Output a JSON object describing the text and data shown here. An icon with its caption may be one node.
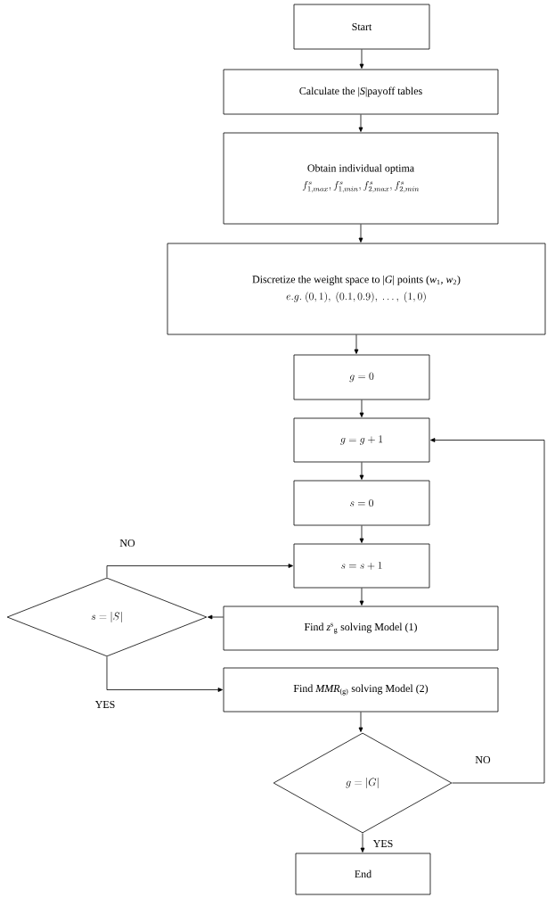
{
  "diagram": {
    "nodes": [
      {
        "text": [
          "Start"
        ]
      },
      {
        "text": [
          "Calculate the |*S*|payoff tables"
        ]
      },
      {
        "text": [
          "Obtain individual optima",
          "f^{s}_{1,max}, f^{s}_{1,min}, f^{s}_{2,max}, f^{s}_{2,min}"
        ]
      },
      {
        "text": [
          "Discretize the weight space to |*G*| points (*w*$_{1}$, *w*$_{2}$)",
          "e.g.~(0,1),~(0.1,0.9),~\\ldots,~(1,0)"
        ]
      },
      {
        "text": [
          "g = 0"
        ]
      },
      {
        "text": [
          "g = g + 1"
        ]
      },
      {
        "text": [
          "s = 0"
        ]
      },
      {
        "text": [
          "s = s + 1"
        ]
      },
      {
        "text": [
          "s = |S|"
        ]
      },
      {
        "text": [
          "Find *z*$^{s}$$_{g}$ solving Model (1)"
        ]
      },
      {
        "text": [
          "Find *MMR*$_{(g)}$ solving Model (2)"
        ]
      },
      {
        "text": [
          "g = |G|"
        ]
      },
      {
        "text": [
          "End"
        ]
      }
    ],
    "edges": [
      {
        "from": 0,
        "to": 1,
        "arrow": "to"
      },
      {
        "from": 1,
        "to": 2,
        "arrow": "to"
      },
      {
        "from": 2,
        "to": 3,
        "arrow": "to"
      },
      {
        "from": 3,
        "to": 4,
        "arrow": "to"
      },
      {
        "from": 4,
        "to": 5,
        "arrow": "to"
      },
      {
        "from": 5,
        "to": 6,
        "arrow": "to"
      },
      {
        "from": 6,
        "to": 7,
        "arrow": "to"
      },
      {
        "from": 7,
        "to": 9,
        "arrow": "to"
      },
      {
        "from": 9,
        "to": 8,
        "arrow": "to"
      },
      {
        "from": 8,
        "to": 7,
        "arrow": "to",
        "label": "NO"
      },
      {
        "from": 8,
        "to": 10,
        "arrow": "to",
        "label": "YES"
      },
      {
        "from": 10,
        "to": 11,
        "arrow": "to"
      },
      {
        "from": 11,
        "to": 5,
        "arrow": "to",
        "label": "NO"
      },
      {
        "from": 11,
        "to": 12,
        "arrow": "to",
        "label": "YES"
      }
    ]
  }
}
